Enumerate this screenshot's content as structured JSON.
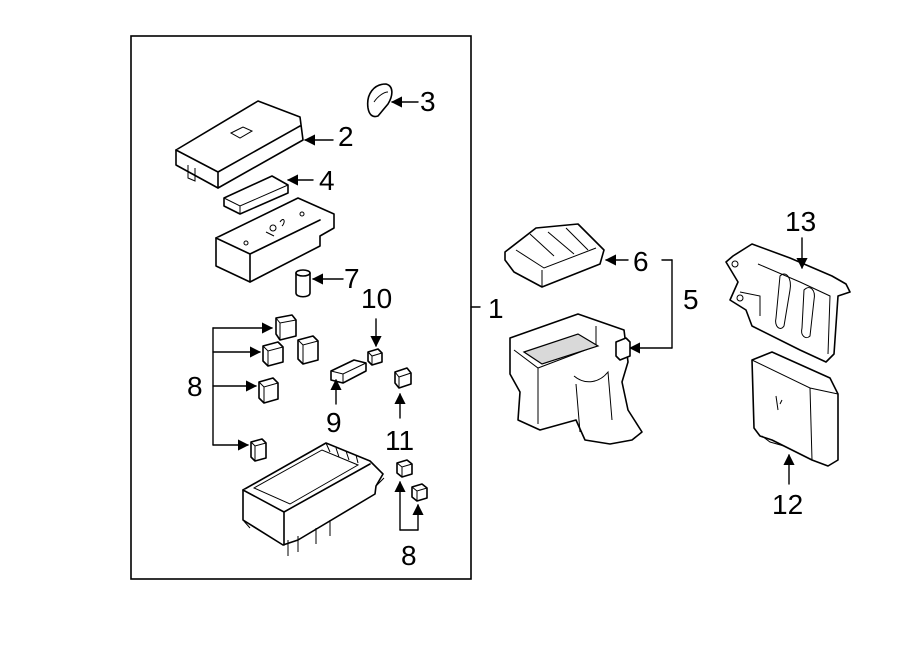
{
  "diagram": {
    "callouts": {
      "c1": "1",
      "c2": "2",
      "c3": "3",
      "c4": "4",
      "c5": "5",
      "c6": "6",
      "c7": "7",
      "c8_left": "8",
      "c8_bottom": "8",
      "c9": "9",
      "c10": "10",
      "c11": "11",
      "c12": "12",
      "c13": "13"
    }
  }
}
